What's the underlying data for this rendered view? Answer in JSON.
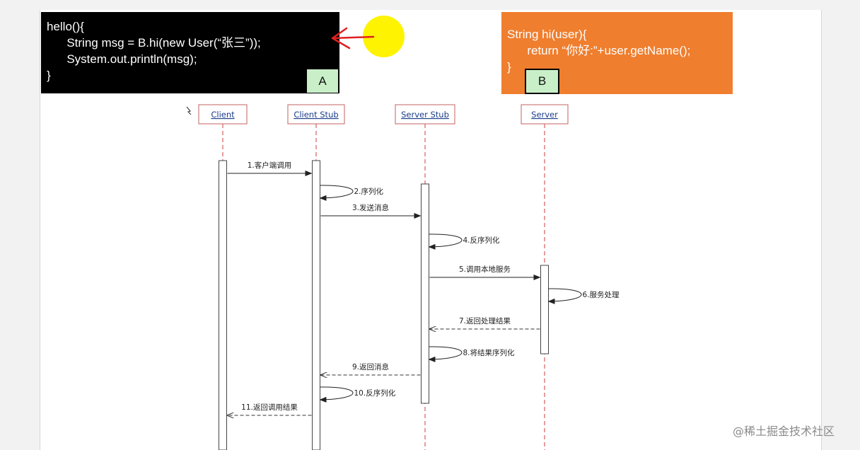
{
  "code_a": {
    "lines": [
      "hello(){",
      "      String msg = B.hi(new User(“张三”));",
      "      System.out.println(msg);",
      "}"
    ],
    "tag": "A"
  },
  "code_b": {
    "lines": [
      "String hi(user){",
      "      return “你好:”+user.getName();",
      "}"
    ],
    "tag": "B"
  },
  "actors": [
    "Client",
    "Client Stub",
    "Server Stub",
    "Server"
  ],
  "messages": [
    {
      "label": "1.客户端调用",
      "from": 0,
      "to": 1,
      "kind": "call"
    },
    {
      "label": "2.序列化",
      "from": 1,
      "to": 1,
      "kind": "self"
    },
    {
      "label": "3.发送消息",
      "from": 1,
      "to": 2,
      "kind": "call"
    },
    {
      "label": "4.反序列化",
      "from": 2,
      "to": 2,
      "kind": "self"
    },
    {
      "label": "5.调用本地服务",
      "from": 2,
      "to": 3,
      "kind": "call"
    },
    {
      "label": "6.服务处理",
      "from": 3,
      "to": 3,
      "kind": "self"
    },
    {
      "label": "7.返回处理结果",
      "from": 3,
      "to": 2,
      "kind": "return"
    },
    {
      "label": "8.将结果序列化",
      "from": 2,
      "to": 2,
      "kind": "self"
    },
    {
      "label": "9.返回消息",
      "from": 2,
      "to": 1,
      "kind": "return"
    },
    {
      "label": "10.反序列化",
      "from": 1,
      "to": 1,
      "kind": "self"
    },
    {
      "label": "11.返回调用结果",
      "from": 1,
      "to": 0,
      "kind": "return"
    }
  ],
  "watermark": "@稀土掘金技术社区",
  "colors": {
    "code_a_bg": "#000000",
    "code_b_bg": "#ef7e2e",
    "tag_bg": "#c9efc9",
    "pointer": "#fef300",
    "arrow": "#e02020",
    "actor_border": "#cd7b7b",
    "actor_text": "#1b3d8a",
    "lifeline": "#d25050"
  }
}
